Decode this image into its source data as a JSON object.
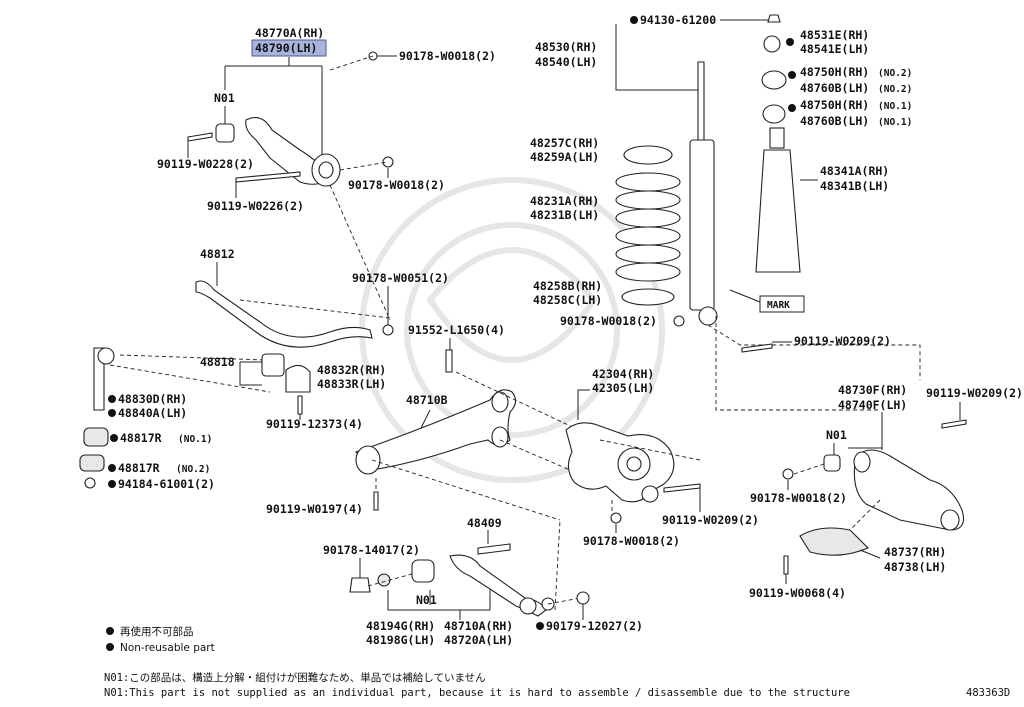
{
  "labels": {
    "p48770a": "48770A(RH)",
    "p48790": "48790(LH)",
    "n01_top": "N01",
    "p90178_w0018_a": "90178-W0018(2)",
    "p90119_w0228": "90119-W0228(2)",
    "p90178_w0018_b": "90178-W0018(2)",
    "p90119_w0226": "90119-W0226(2)",
    "p48812": "48812",
    "p90178_w0051": "90178-W0051(2)",
    "p48818": "48818",
    "p48832r": "48832R(RH)",
    "p48833r": "48833R(LH)",
    "p48830d": "48830D(RH)",
    "p48840a": "48840A(LH)",
    "p48817r_1": "48817R",
    "p48817r_1_sub": "(NO.1)",
    "p48817r_2": "48817R",
    "p48817r_2_sub": "(NO.2)",
    "p94184": "94184-61001(2)",
    "p90119_12373": "90119-12373(4)",
    "p91552": "91552-L1650(4)",
    "p48710b": "48710B",
    "p90119_w0197": "90119-W0197(4)",
    "p90178_14017": "90178-14017(2)",
    "p48409": "48409",
    "n01_mid": "N01",
    "p48194g": "48194G(RH)",
    "p48198g": "48198G(LH)",
    "p48710a": "48710A(RH)",
    "p48720a": "48720A(LH)",
    "p90179_12027": "90179-12027(2)",
    "p42304": "42304(RH)",
    "p42305": "42305(LH)",
    "p90119_w0209_a": "90119-W0209(2)",
    "p90178_w0018_c": "90178-W0018(2)",
    "p94130": "94130-61200",
    "p48530": "48530(RH)",
    "p48540": "48540(LH)",
    "p48257c": "48257C(RH)",
    "p48259a": "48259A(LH)",
    "p48231a": "48231A(RH)",
    "p48231b": "48231B(LH)",
    "p48258b": "48258B(RH)",
    "p48258c": "48258C(LH)",
    "p90178_w0018_d": "90178-W0018(2)",
    "mark": "MARK",
    "p48531e": "48531E(RH)",
    "p48541e": "48541E(LH)",
    "p48750h_2": "48750H(RH)",
    "p48750h_2_sub": "(NO.2)",
    "p48760b_2": "48760B(LH)",
    "p48760b_2_sub": "(NO.2)",
    "p48750h_1": "48750H(RH)",
    "p48750h_1_sub": "(NO.1)",
    "p48760b_1": "48760B(LH)",
    "p48760b_1_sub": "(NO.1)",
    "p48341a": "48341A(RH)",
    "p48341b": "48341B(LH)",
    "p90119_w0209_b": "90119-W0209(2)",
    "p90119_w0209_c": "90119-W0209(2)",
    "p48730f": "48730F(RH)",
    "p48740f": "48740F(LH)",
    "n01_right": "N01",
    "p90178_w0018_e": "90178-W0018(2)",
    "p48737": "48737(RH)",
    "p48738": "48738(LH)",
    "p90119_w0068": "90119-W0068(4)"
  },
  "legend": {
    "jp": "再使用不可部品",
    "en": "Non-reusable part"
  },
  "notes": {
    "jp": "N01:この部品は、構造上分解・組付けが困難なため、単品では補給していません",
    "en": "N01:This part is not supplied as an individual part, because it is hard to assemble / disassemble due to the structure"
  },
  "diagram_id": "483363D",
  "colors": {
    "highlight": "#a9b4dc",
    "highlight_border": "#4a55a0"
  }
}
